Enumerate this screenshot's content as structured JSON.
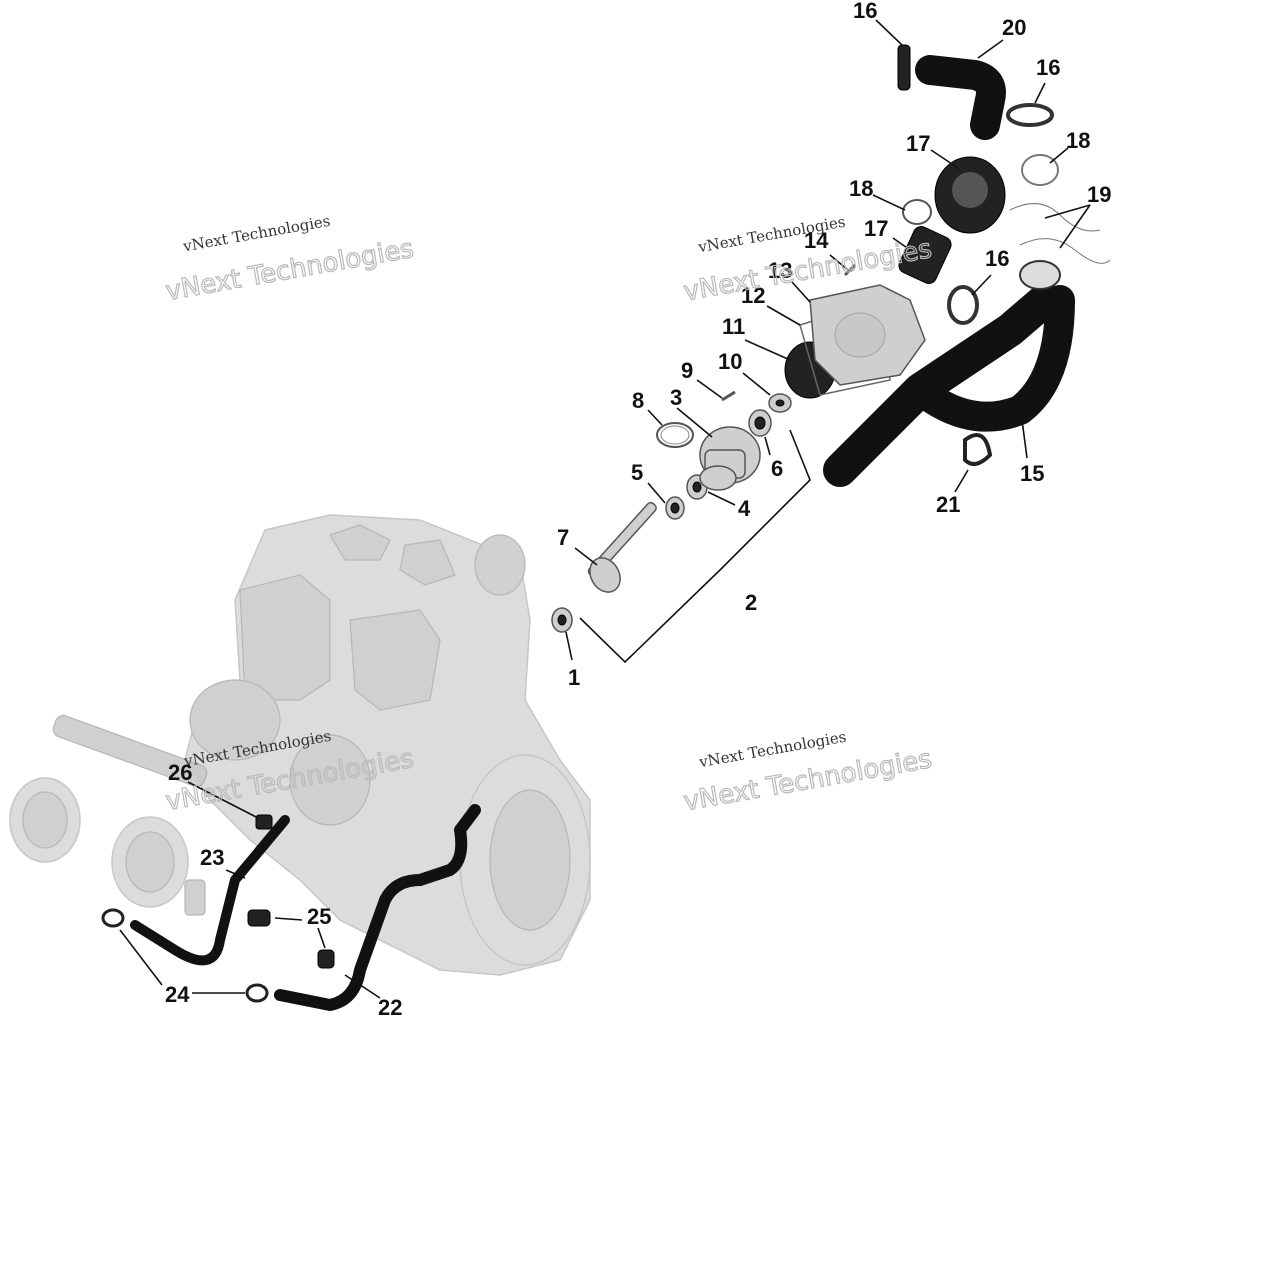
{
  "watermark": {
    "line1": "vNext Technologies",
    "line2": "vNext Technologies"
  },
  "callouts": [
    {
      "id": "c1",
      "text": "1"
    },
    {
      "id": "c2",
      "text": "2"
    },
    {
      "id": "c3",
      "text": "3"
    },
    {
      "id": "c4",
      "text": "4"
    },
    {
      "id": "c5",
      "text": "5"
    },
    {
      "id": "c6",
      "text": "6"
    },
    {
      "id": "c7",
      "text": "7"
    },
    {
      "id": "c8",
      "text": "8"
    },
    {
      "id": "c9",
      "text": "9"
    },
    {
      "id": "c10",
      "text": "10"
    },
    {
      "id": "c11",
      "text": "11"
    },
    {
      "id": "c12",
      "text": "12"
    },
    {
      "id": "c13",
      "text": "13"
    },
    {
      "id": "c14",
      "text": "14"
    },
    {
      "id": "c15",
      "text": "15"
    },
    {
      "id": "c16a",
      "text": "16"
    },
    {
      "id": "c16b",
      "text": "16"
    },
    {
      "id": "c16c",
      "text": "16"
    },
    {
      "id": "c17a",
      "text": "17"
    },
    {
      "id": "c17b",
      "text": "17"
    },
    {
      "id": "c18a",
      "text": "18"
    },
    {
      "id": "c18b",
      "text": "18"
    },
    {
      "id": "c19",
      "text": "19"
    },
    {
      "id": "c20",
      "text": "20"
    },
    {
      "id": "c21",
      "text": "21"
    },
    {
      "id": "c22",
      "text": "22"
    },
    {
      "id": "c23",
      "text": "23"
    },
    {
      "id": "c24",
      "text": "24"
    },
    {
      "id": "c25",
      "text": "25"
    },
    {
      "id": "c26",
      "text": "26"
    }
  ]
}
